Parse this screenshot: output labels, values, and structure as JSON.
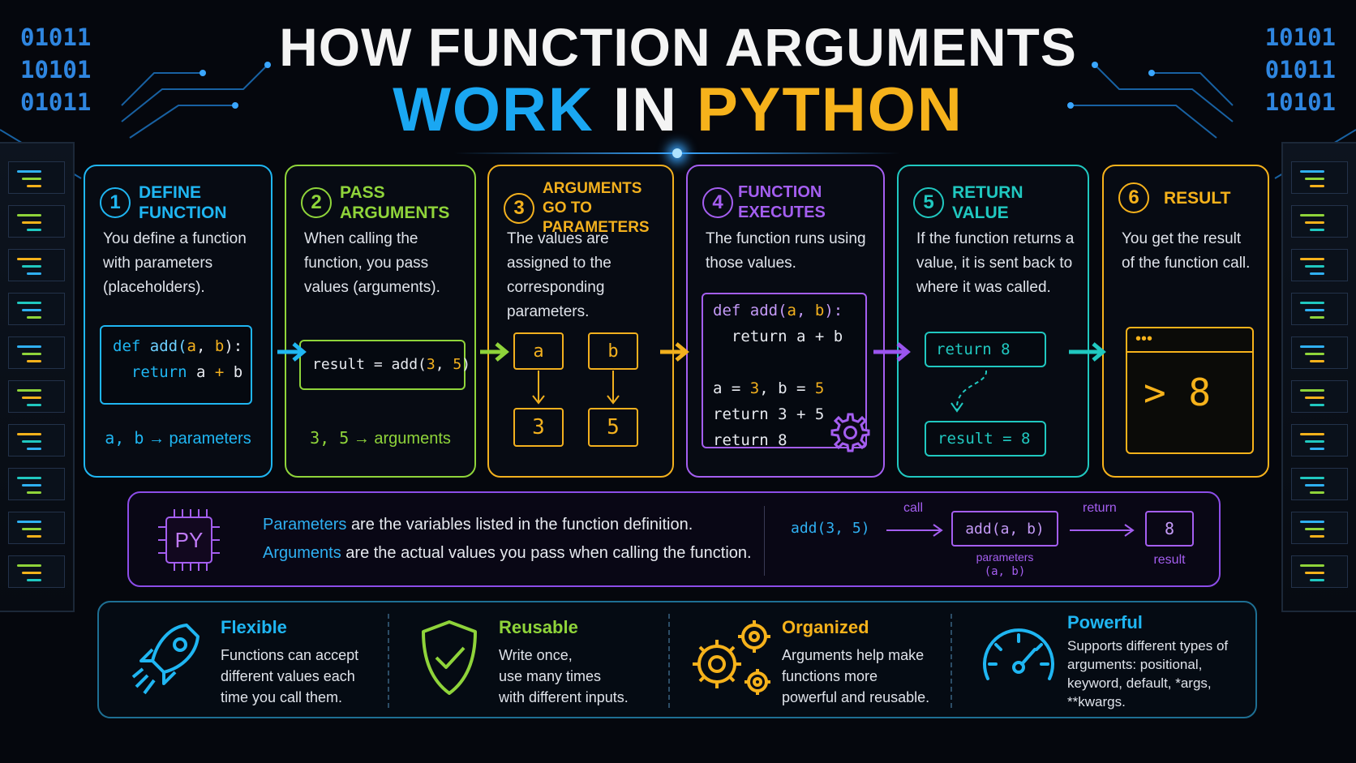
{
  "title": {
    "line1": "HOW FUNCTION ARGUMENTS",
    "line2_part1": "WORK",
    "line2_part2": "IN",
    "line2_part3": "PYTHON"
  },
  "deco_bits": {
    "left": [
      "01011",
      "10101",
      "01011"
    ],
    "right": [
      "10101",
      "01011",
      "10101"
    ]
  },
  "steps": [
    {
      "num": "1",
      "title": "DEFINE FUNCTION",
      "desc": "You define a function with parameters (placeholders).",
      "code_line1_kw": "def",
      "code_line1_fn": "add(",
      "code_line1_p1": "a",
      "code_line1_sep": ",",
      "code_line1_p2": "b",
      "code_line1_end": "):",
      "code_line2_kw": "return",
      "code_line2_a": "a",
      "code_line2_op": "+",
      "code_line2_b": "b",
      "foot_code": "a, b",
      "foot_text": "→ parameters"
    },
    {
      "num": "2",
      "title": "PASS ARGUMENTS",
      "desc": "When calling the function, you pass values (arguments).",
      "code_pre": "result = add(",
      "code_a": "3",
      "code_sep": ", ",
      "code_b": "5",
      "code_end": ")",
      "foot_code": "3, 5",
      "foot_text": "→ arguments"
    },
    {
      "num": "3",
      "title_line1": "ARGUMENTS",
      "title_line2": "GO TO PARAMETERS",
      "desc": "The values are assigned to the corresponding parameters.",
      "param_a": "a",
      "param_b": "b",
      "value_a": "3",
      "value_b": "5"
    },
    {
      "num": "4",
      "title": "FUNCTION EXECUTES",
      "desc": "The function runs using those values.",
      "code_line1_kw": "def",
      "code_line1_fn": "add(",
      "code_line1_p1": "a",
      "code_line1_sep": ", ",
      "code_line1_p2": "b",
      "code_line1_end": "):",
      "code_line2": "return a + b",
      "code_line3_pre": "a = ",
      "code_line3_v1": "3",
      "code_line3_mid": ", b = ",
      "code_line3_v2": "5",
      "code_line4": "return 3 + 5",
      "code_line5": "return 8"
    },
    {
      "num": "5",
      "title": "RETURN VALUE",
      "desc": "If the function returns a value, it is sent back to where it was called.",
      "code_top": "return 8",
      "code_bottom": "result = 8"
    },
    {
      "num": "6",
      "title": "RESULT",
      "desc": "You get the result of the function call.",
      "window_dots": "•••",
      "output": "> 8"
    }
  ],
  "info": {
    "chip_label": "PY",
    "line1_term": "Parameters",
    "line1_rest": "are the variables listed in the function definition.",
    "line2_term": "Arguments",
    "line2_rest": "are the actual values you pass when calling the function.",
    "flow_call": "add(3, 5)",
    "flow_call_label": "call",
    "flow_func": "add(a, b)",
    "flow_func_sub1": "parameters",
    "flow_func_sub2": "(a, b)",
    "flow_return_label": "return",
    "flow_result": "8",
    "flow_result_label": "result"
  },
  "features": [
    {
      "title": "Flexible",
      "desc_lines": [
        "Functions can accept",
        "different values each",
        "time you call them."
      ],
      "icon": "rocket-icon",
      "color": "#1fb6f2"
    },
    {
      "title": "Reusable",
      "desc_lines": [
        "Write once,",
        "use many times",
        "with different inputs."
      ],
      "icon": "shield-check-icon",
      "color": "#8fd43a"
    },
    {
      "title": "Organized",
      "desc_lines": [
        "Arguments help make",
        "functions more",
        "powerful and reusable."
      ],
      "icon": "gears-icon",
      "color": "#f6b21b"
    },
    {
      "title": "Powerful",
      "desc_lines": [
        "Supports different types of",
        "arguments: positional,",
        "keyword, default, *args,",
        "**kwargs."
      ],
      "icon": "speedometer-icon",
      "color": "#1fb6f2"
    }
  ],
  "colors": {
    "step1": "#1fb6f2",
    "step2": "#8fd43a",
    "step3": "#f2b01e",
    "step4": "#a45ef0",
    "step5": "#20c8c0",
    "step6": "#f6b21b"
  }
}
